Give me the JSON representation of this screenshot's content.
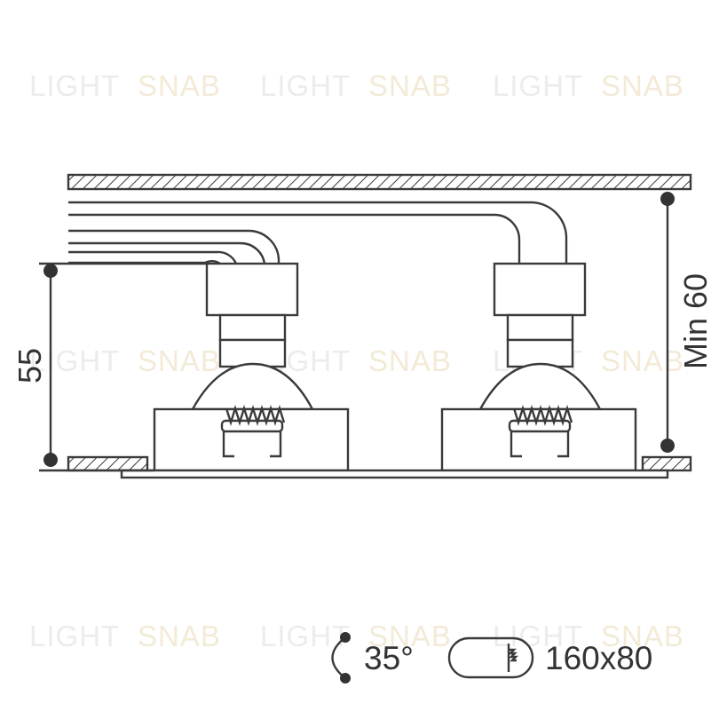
{
  "watermark": {
    "word1": "LIGHT",
    "word2": "SNAB"
  },
  "dimensions": {
    "height_label": "55",
    "clearance_label": "Min 60"
  },
  "specs": {
    "tilt_angle": "35°",
    "cutout_size": "160x80"
  },
  "colors": {
    "line": "#3a3a3a",
    "text": "#333333",
    "watermark_text": "#ececec",
    "watermark_accent": "#f3ead7"
  },
  "icons": {
    "tilt": "tilt-arc-icon",
    "cutout": "cutout-shape-icon"
  }
}
